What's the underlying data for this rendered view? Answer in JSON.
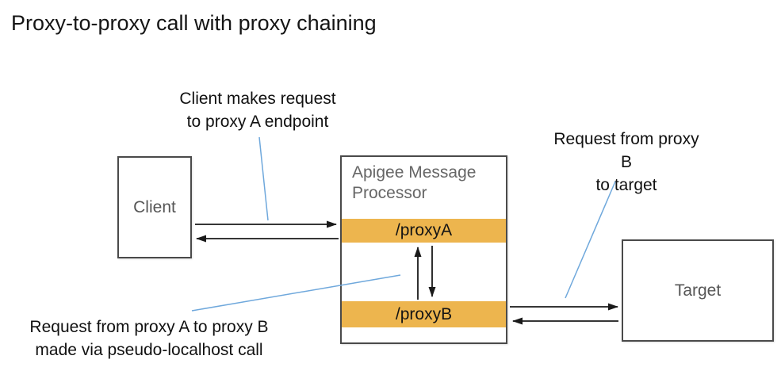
{
  "title": "Proxy-to-proxy call with proxy chaining",
  "annotations": {
    "client_request": "Client makes request\nto proxy A endpoint",
    "proxyb_to_target": "Request from proxy B\nto target",
    "proxya_to_proxyb": "Request from proxy A to proxy B\nmade via pseudo-localhost call"
  },
  "nodes": {
    "client": {
      "label": "Client"
    },
    "processor": {
      "title": "Apigee Message\nProcessor",
      "proxy_a_label": "/proxyA",
      "proxy_b_label": "/proxyB"
    },
    "target": {
      "label": "Target"
    }
  },
  "colors": {
    "endpoint_bar_orange": "#EDB54E",
    "box_border_gray": "#4A4A4A",
    "muted_label_gray": "#565656",
    "callout_blue": "#6FA8DC",
    "arrow_black": "#1A1A1A"
  }
}
